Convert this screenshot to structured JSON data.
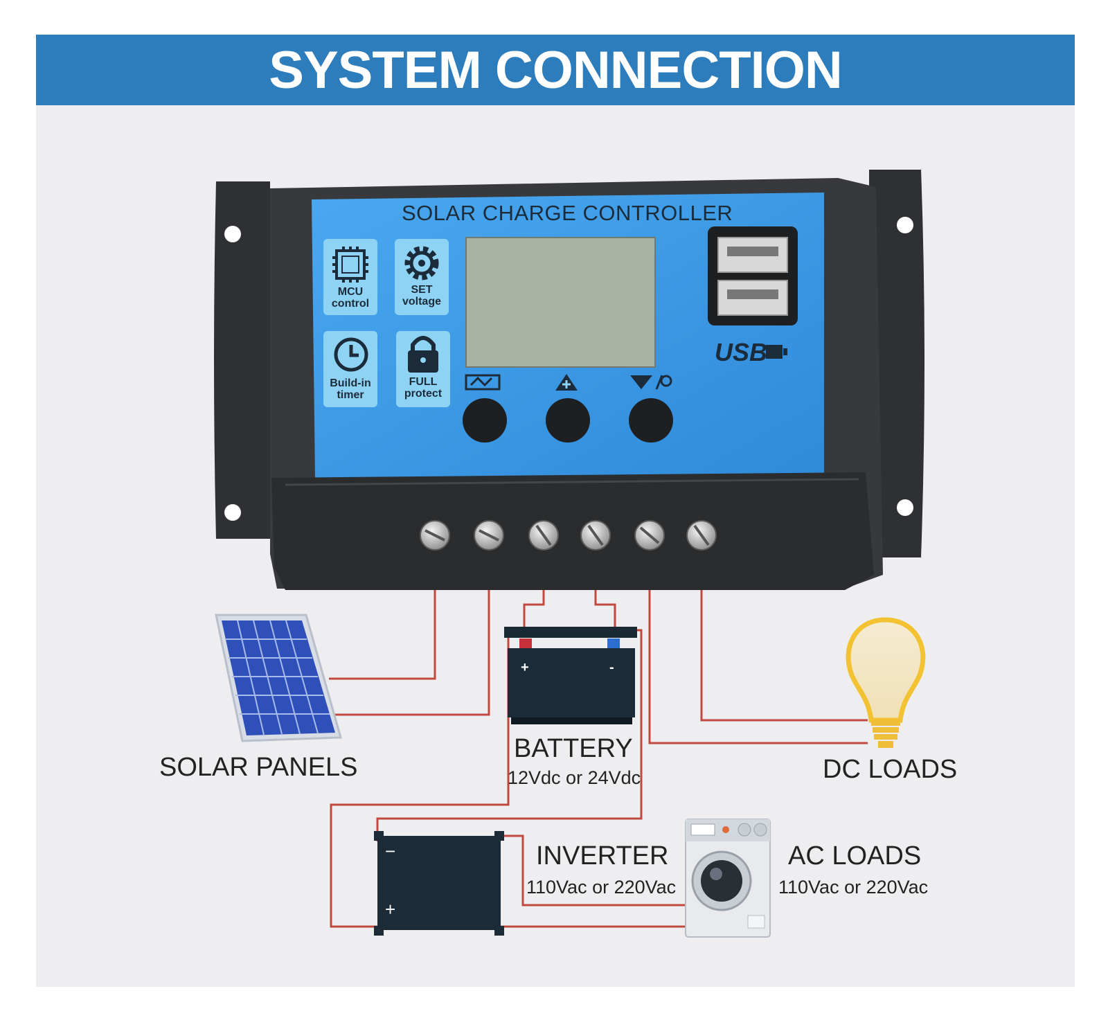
{
  "header": {
    "title": "SYSTEM CONNECTION"
  },
  "controller": {
    "title": "SOLAR CHARGE CONTROLLER",
    "features": [
      {
        "name": "mcu",
        "line1": "MCU",
        "line2": "control",
        "icon": "chip-icon"
      },
      {
        "name": "set",
        "line1": "SET",
        "line2": "voltage",
        "icon": "gear-icon"
      },
      {
        "name": "timer",
        "line1": "Build-in",
        "line2": "timer",
        "icon": "clock-icon"
      },
      {
        "name": "protect",
        "line1": "FULL",
        "line2": "protect",
        "icon": "padlock-icon"
      }
    ],
    "usb_label": "USB",
    "buttons": [
      "menu-button",
      "plus-button",
      "minus-light-button"
    ]
  },
  "components": {
    "solar": {
      "title": "SOLAR PANELS"
    },
    "battery": {
      "title": "BATTERY",
      "spec": "12Vdc or 24Vdc"
    },
    "dc_loads": {
      "title": "DC LOADS"
    },
    "inverter": {
      "title": "INVERTER",
      "spec": "110Vac or 220Vac",
      "minus": "−",
      "plus": "+"
    },
    "ac_loads": {
      "title": "AC LOADS",
      "spec": "110Vac or 220Vac"
    }
  },
  "colors": {
    "banner": "#2d7dbc",
    "wire": "#c0483f",
    "controller_face": "#3d9be6",
    "lcd": "#a9b3a3"
  }
}
